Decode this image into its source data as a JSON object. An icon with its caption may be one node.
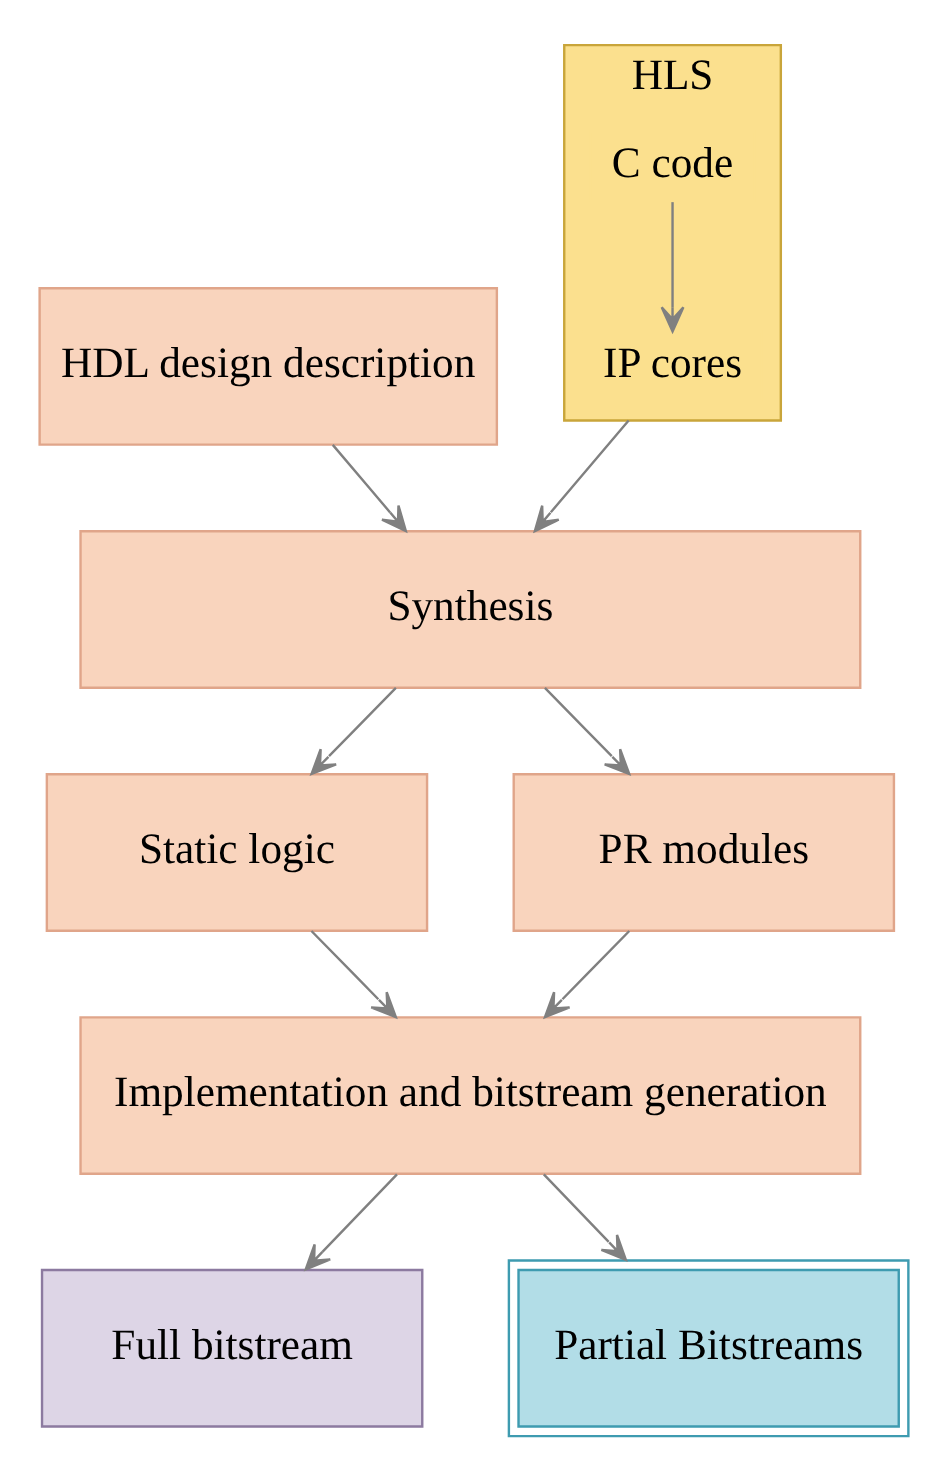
{
  "diagram": {
    "nodes": [
      {
        "text": [
          "HDL design description"
        ]
      },
      {
        "text": [
          "HLS"
        ]
      },
      {
        "text": [
          "C code"
        ],
        "in": 1
      },
      {
        "text": [
          "IP cores"
        ],
        "in": 1
      },
      {
        "text": [
          "Synthesis"
        ]
      },
      {
        "text": [
          "Static logic"
        ]
      },
      {
        "text": [
          "PR modules"
        ]
      },
      {
        "text": [
          "Implementation and bitstream generation"
        ]
      },
      {
        "text": [
          "Full bitstream"
        ]
      },
      {
        "text": [
          "Partial Bitstreams"
        ]
      }
    ],
    "edges": [
      {
        "from": 2,
        "to": 3,
        "arrow": "to"
      },
      {
        "from": 0,
        "to": 4,
        "arrow": "to"
      },
      {
        "from": 1,
        "to": 4,
        "arrow": "to"
      },
      {
        "from": 4,
        "to": 5,
        "arrow": "to"
      },
      {
        "from": 4,
        "to": 6,
        "arrow": "to"
      },
      {
        "from": 5,
        "to": 7,
        "arrow": "to"
      },
      {
        "from": 6,
        "to": 7,
        "arrow": "to"
      },
      {
        "from": 7,
        "to": 8,
        "arrow": "to"
      },
      {
        "from": 7,
        "to": 9,
        "arrow": "to"
      }
    ]
  }
}
